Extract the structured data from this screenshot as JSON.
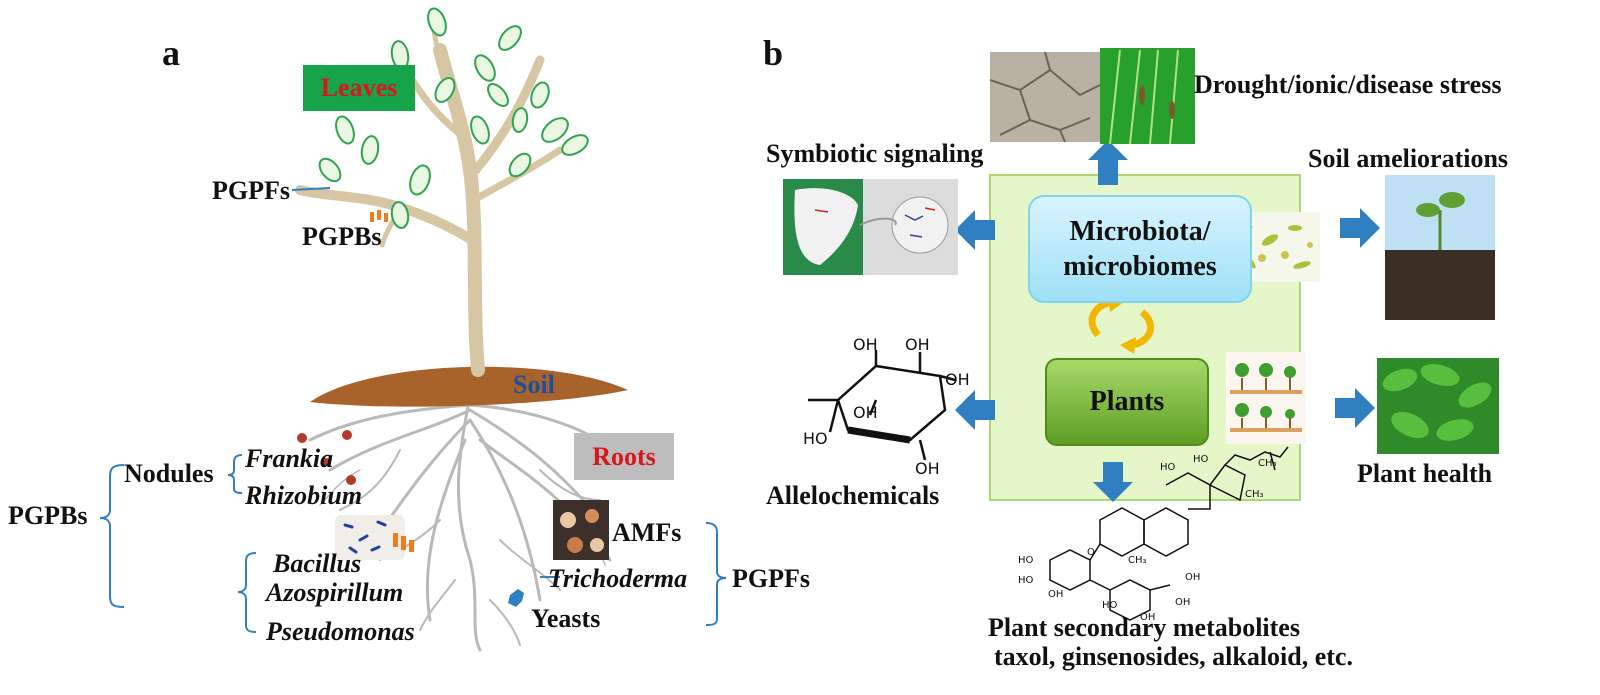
{
  "panel_a": {
    "letter": "a",
    "leaves": "Leaves",
    "soil": "Soil",
    "roots": "Roots",
    "pgpfs_top": "PGPFs",
    "pgpbs_top": "PGPBs",
    "pgpbs_left": "PGPBs",
    "nodules": "Nodules",
    "frankia": "Frankia",
    "rhizobium": "Rhizobium",
    "bacillus": "Bacillus",
    "azospirillum": "Azospirillum",
    "pseudomonas": "Pseudomonas",
    "amfs": "AMFs",
    "trichoderma": "Trichoderma",
    "yeasts": "Yeasts",
    "pgpfs_right": "PGPFs"
  },
  "panel_b": {
    "letter": "b",
    "drought": "Drought/ionic/disease stress",
    "symbiotic": "Symbiotic signaling",
    "soil_amelioration": "Soil ameliorations",
    "microbiota_line1": "Microbiota/",
    "microbiota_line2": "microbiomes",
    "plants": "Plants",
    "allelochemicals": "Allelochemicals",
    "plant_health": "Plant health",
    "metabolites_line1": "Plant secondary metabolites",
    "metabolites_line2": "taxol, ginsenosides, alkaloid, etc.",
    "oh": "OH",
    "ho": "HO"
  },
  "colors": {
    "leaves_box": "#17a34a",
    "label_red": "#d9161c",
    "soil_blue": "#1f4f9a",
    "trunk": "#d6c6a4",
    "soil": "#a8632a",
    "roots": "#b9b9b9",
    "arrow_blue": "#2f7fc1",
    "panel_green": "#e5f7c9",
    "cycle_orange": "#f2b705"
  }
}
